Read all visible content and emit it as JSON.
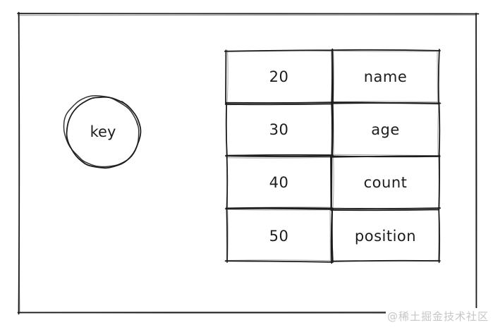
{
  "diagram": {
    "key_label": "key",
    "table": {
      "rows": [
        {
          "value": "20",
          "field": "name"
        },
        {
          "value": "30",
          "field": "age"
        },
        {
          "value": "40",
          "field": "count"
        },
        {
          "value": "50",
          "field": "position"
        }
      ]
    },
    "watermark": "@稀土掘金技术社区",
    "colors": {
      "stroke": "#1d1d1d",
      "background": "#ffffff",
      "watermark": "#c6c6c6"
    }
  }
}
